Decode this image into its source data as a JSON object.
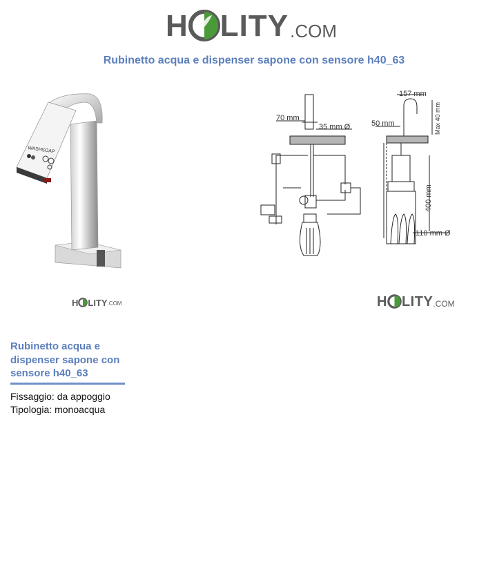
{
  "logo": {
    "word_left": "H",
    "word_right": "LITY",
    "suffix": ".COM"
  },
  "title": "Rubinetto acqua e dispenser sapone con sensore h40_63",
  "product_image": {
    "label_left": "WASH",
    "label_right": "SOAP"
  },
  "diagram": {
    "dim_width_top": "157 mm",
    "dim_max_height": "Max 40 mm",
    "dim_70": "70 mm",
    "dim_35": "35 mm Ø",
    "dim_50": "50 mm",
    "dim_400": "400 mm",
    "dim_110": "110 mm Ø"
  },
  "product": {
    "heading": "Rubinetto acqua e dispenser sapone con sensore h40_63",
    "specs": [
      {
        "label": "Fissaggio",
        "value": "da appoggio"
      },
      {
        "label": "Tipologia",
        "value": "monoacqua"
      }
    ]
  },
  "colors": {
    "accent": "#5b7fbd",
    "logo_gray": "#5a5a5a",
    "logo_green": "#4a9a3a"
  }
}
